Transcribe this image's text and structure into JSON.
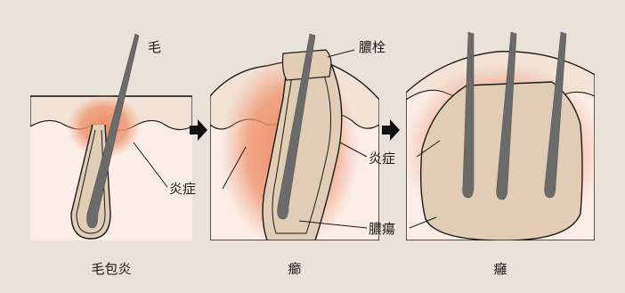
{
  "labels": {
    "hair": "毛",
    "inflammation": "炎症",
    "pus_plug": "膿栓",
    "abscess": "膿瘍"
  },
  "captions": {
    "folliculitis": "毛包炎",
    "furuncle": "癤",
    "carbuncle": "癰"
  },
  "colors": {
    "background": "#e8e2d9",
    "skin": "#fbeee6",
    "epidermis": "#f3e3d6",
    "inflammation": "#ec8a62",
    "pus": "#e1cdb5",
    "hair": "#6b6b6b",
    "outline": "#1a1a1a"
  },
  "icons": {
    "arrow": "right-arrow-icon"
  }
}
